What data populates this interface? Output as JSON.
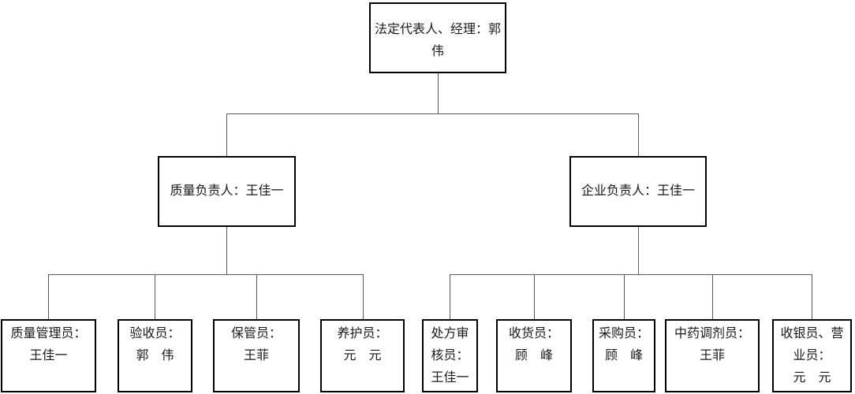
{
  "page": {
    "background": "#ffffff"
  },
  "org_chart": {
    "root": {
      "role_label": "法定代表人、经理：郭\n伟"
    },
    "managers": [
      {
        "role_label": "质量负责人：王佳一"
      },
      {
        "role_label": "企业负责人：王佳一"
      }
    ],
    "quality_staff": [
      {
        "role_label": "质量管理员：\n王佳一"
      },
      {
        "role_label": "验收员：\n郭　伟"
      },
      {
        "role_label": "保管员：\n王菲"
      },
      {
        "role_label": "养护员：\n元　元"
      }
    ],
    "business_staff": [
      {
        "role_label": "处方审\n核员：\n王佳一"
      },
      {
        "role_label": "收货员：\n顾　峰"
      },
      {
        "role_label": "采购员：\n顾　峰"
      },
      {
        "role_label": "中药调剂员：\n王菲"
      },
      {
        "role_label": "收银员、营\n业员：\n元　元"
      }
    ],
    "colors": {
      "box_border": "#000000",
      "connector_line": "#595959",
      "text": "#1a1a1a",
      "background": "#ffffff"
    }
  }
}
